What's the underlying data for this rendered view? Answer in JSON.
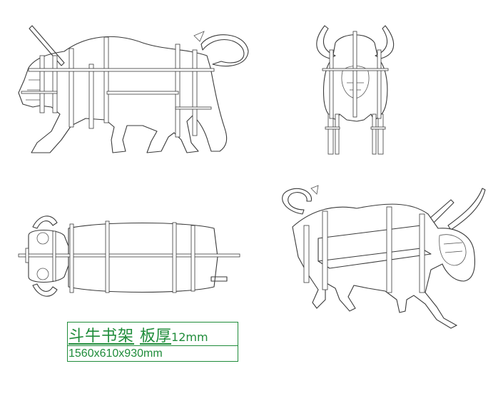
{
  "label": {
    "title": "斗牛书架",
    "thickness_label": "板厚",
    "thickness_value": "12mm",
    "dimensions": "1560x610x930mm"
  },
  "colors": {
    "label_text": "#1f8c3a",
    "drawing_line": "#3a3a3a",
    "background": "#ffffff"
  }
}
